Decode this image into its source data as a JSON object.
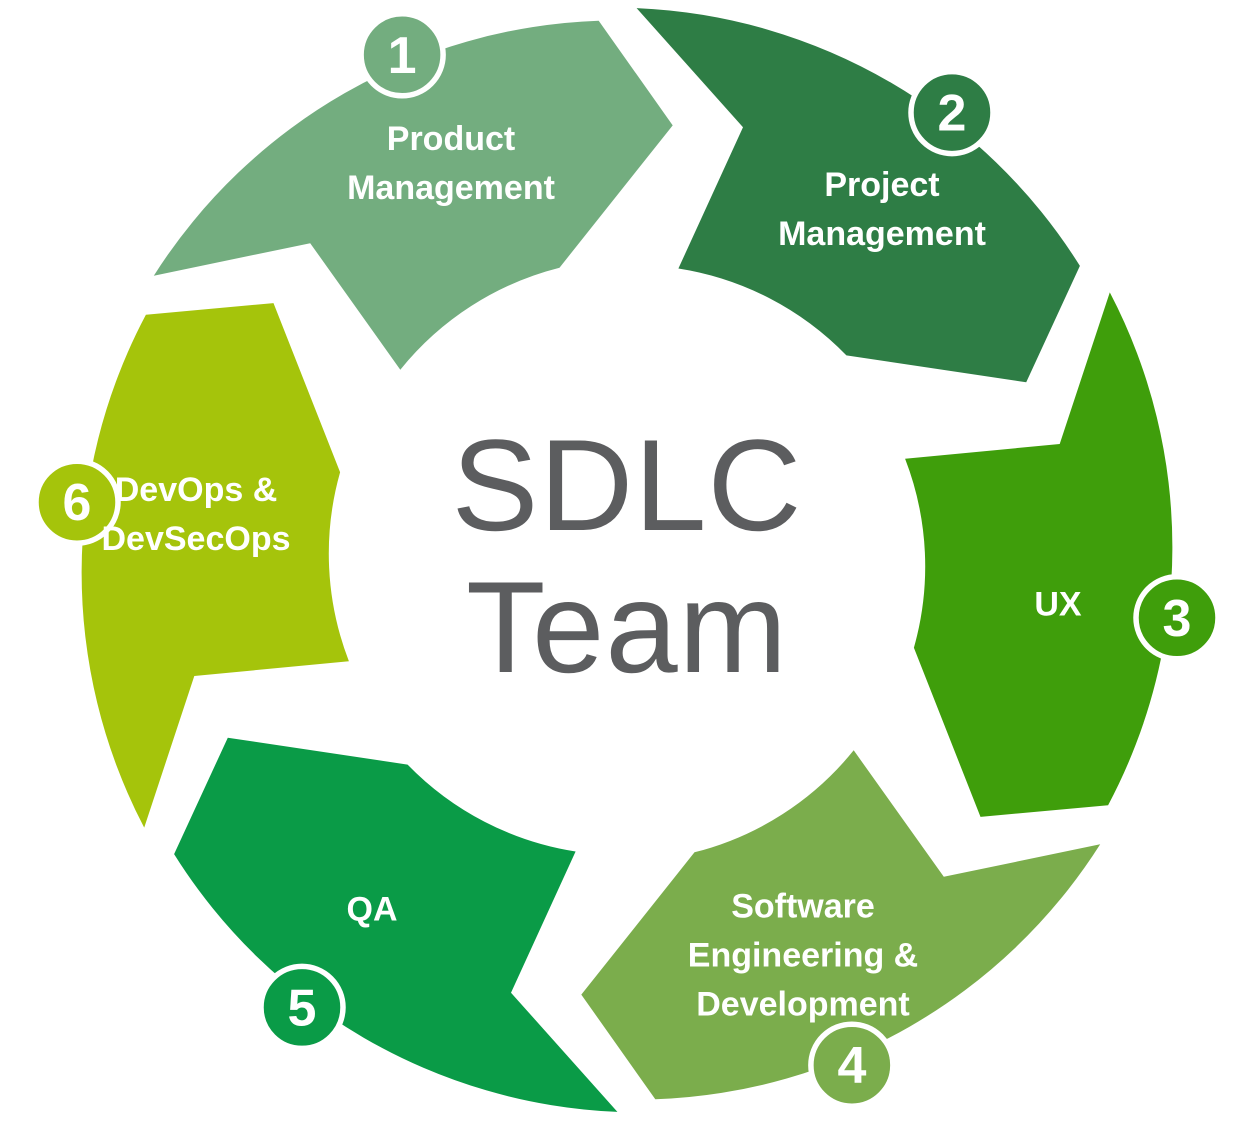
{
  "diagram": {
    "background": "#ffffff",
    "center_title": {
      "line1": "SDLC",
      "line2": "Team",
      "color": "#5c5d5f"
    },
    "segments": [
      {
        "number": "1",
        "label_lines": [
          "Product",
          "Management"
        ],
        "color": "#73ad7f"
      },
      {
        "number": "2",
        "label_lines": [
          "Project",
          "Management"
        ],
        "color": "#2e7d45"
      },
      {
        "number": "3",
        "label_lines": [
          "UX"
        ],
        "color": "#3f9e0b"
      },
      {
        "number": "4",
        "label_lines": [
          "Software",
          "Engineering &",
          "Development"
        ],
        "color": "#7bad4c"
      },
      {
        "number": "5",
        "label_lines": [
          "QA"
        ],
        "color": "#0a9b47"
      },
      {
        "number": "6",
        "label_lines": [
          "DevOps &",
          "DevSecOps"
        ],
        "color": "#a5c40b"
      }
    ]
  }
}
